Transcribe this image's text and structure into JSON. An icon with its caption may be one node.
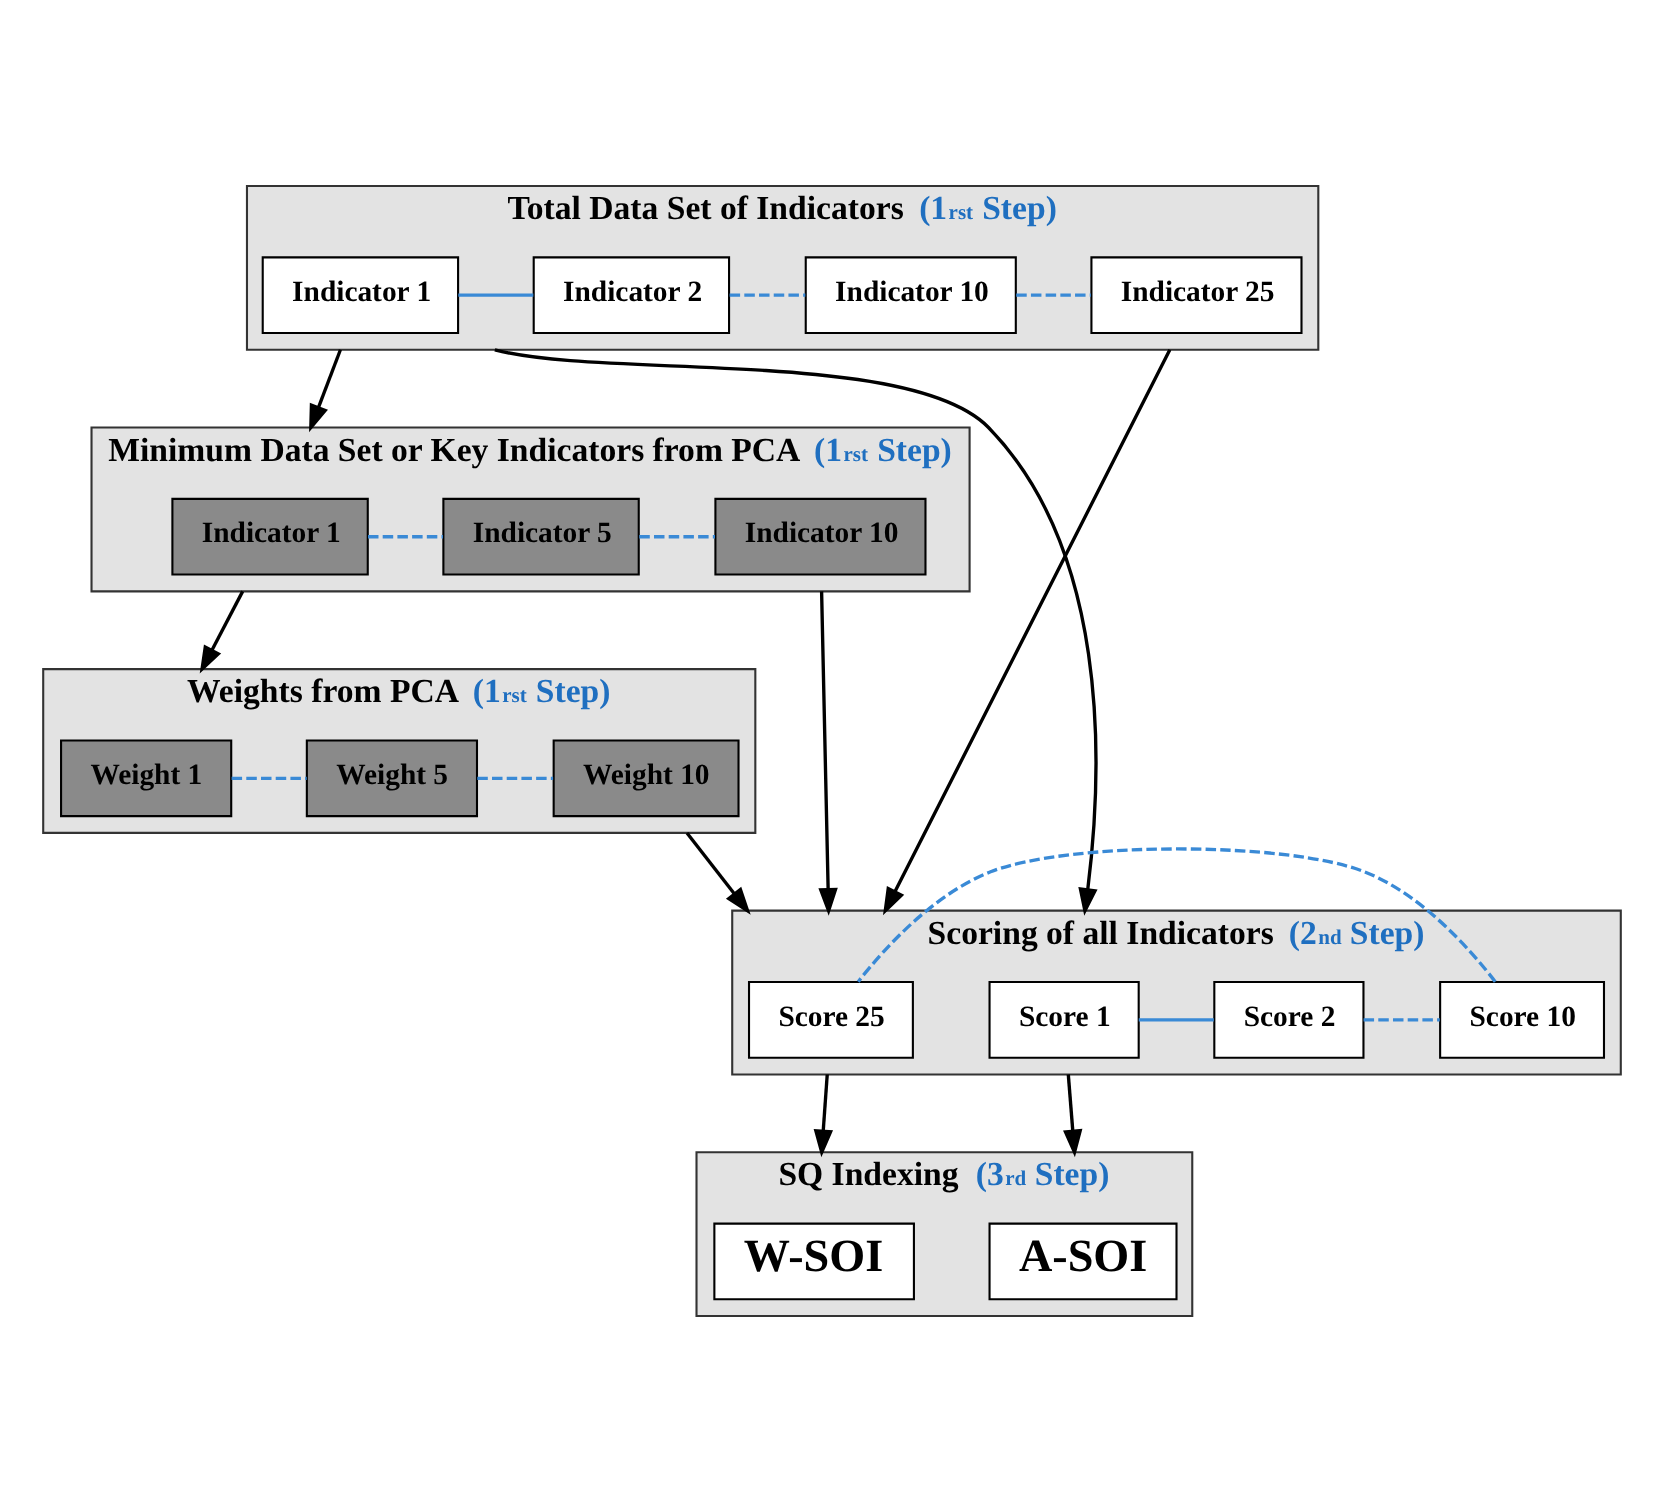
{
  "diagram": {
    "nodes": [
      {
        "text": [
          "Total Data Set of Indicators (1$^{rst}$ Step)"
        ]
      },
      {
        "text": [
          "Indicator 1"
        ],
        "in": 0
      },
      {
        "text": [
          "Indicator 2"
        ],
        "in": 0
      },
      {
        "text": [
          "Indicator 10"
        ],
        "in": 0
      },
      {
        "text": [
          "Indicator 25"
        ],
        "in": 0
      },
      {
        "text": [
          "Minimum Data Set or Key Indicators from PCA (1$^{rst}$ Step)"
        ]
      },
      {
        "text": [
          "Indicator 1"
        ],
        "in": 5
      },
      {
        "text": [
          "Indicator 5"
        ],
        "in": 5
      },
      {
        "text": [
          "Indicator 10"
        ],
        "in": 5
      },
      {
        "text": [
          "Weights from PCA (1$^{rst}$ Step)"
        ]
      },
      {
        "text": [
          "Weight 1"
        ],
        "in": 9
      },
      {
        "text": [
          "Weight 5"
        ],
        "in": 9
      },
      {
        "text": [
          "Weight 10"
        ],
        "in": 9
      },
      {
        "text": [
          "Scoring of all Indicators (2$^{nd}$ Step)"
        ]
      },
      {
        "text": [
          "Score 1"
        ],
        "in": 13
      },
      {
        "text": [
          "Score 2"
        ],
        "in": 13
      },
      {
        "text": [
          "Score 10"
        ],
        "in": 13
      },
      {
        "text": [
          "Score 25"
        ],
        "in": 13
      },
      {
        "text": [
          "SQ Indexing (3$^{rd}$ Step)"
        ]
      },
      {
        "text": [
          "A-SOI"
        ],
        "in": 18
      },
      {
        "text": [
          "W-SOI"
        ],
        "in": 18
      }
    ],
    "edges": [
      {
        "from": 1,
        "to": 2,
        "arrow": "none"
      },
      {
        "from": 2,
        "to": 3,
        "arrow": "none",
        "style": "dashed"
      },
      {
        "from": 3,
        "to": 4,
        "arrow": "none",
        "style": "dashed"
      },
      {
        "from": 6,
        "to": 7,
        "arrow": "none",
        "style": "dashed"
      },
      {
        "from": 7,
        "to": 8,
        "arrow": "none",
        "style": "dashed"
      },
      {
        "from": 10,
        "to": 11,
        "arrow": "none",
        "style": "dashed"
      },
      {
        "from": 11,
        "to": 12,
        "arrow": "none",
        "style": "dashed"
      },
      {
        "from": 14,
        "to": 15,
        "arrow": "none"
      },
      {
        "from": 15,
        "to": 16,
        "arrow": "none",
        "style": "dashed"
      },
      {
        "from": 16,
        "to": 17,
        "arrow": "none",
        "style": "dashed"
      },
      {
        "from": 0,
        "to": 5,
        "arrow": "to",
        "color": "#000000"
      },
      {
        "from": 5,
        "to": 9,
        "arrow": "to",
        "color": "#000000"
      },
      {
        "from": 0,
        "to": 13,
        "arrow": "to",
        "color": "#000000"
      },
      {
        "from": 0,
        "to": 13,
        "arrow": "to",
        "color": "#000000"
      },
      {
        "from": 5,
        "to": 13,
        "arrow": "to",
        "color": "#000000"
      },
      {
        "from": 9,
        "to": 13,
        "arrow": "to",
        "color": "#000000"
      },
      {
        "from": 13,
        "to": 18,
        "arrow": "to",
        "color": "#000000"
      },
      {
        "from": 13,
        "to": 18,
        "arrow": "to",
        "color": "#000000"
      }
    ]
  }
}
